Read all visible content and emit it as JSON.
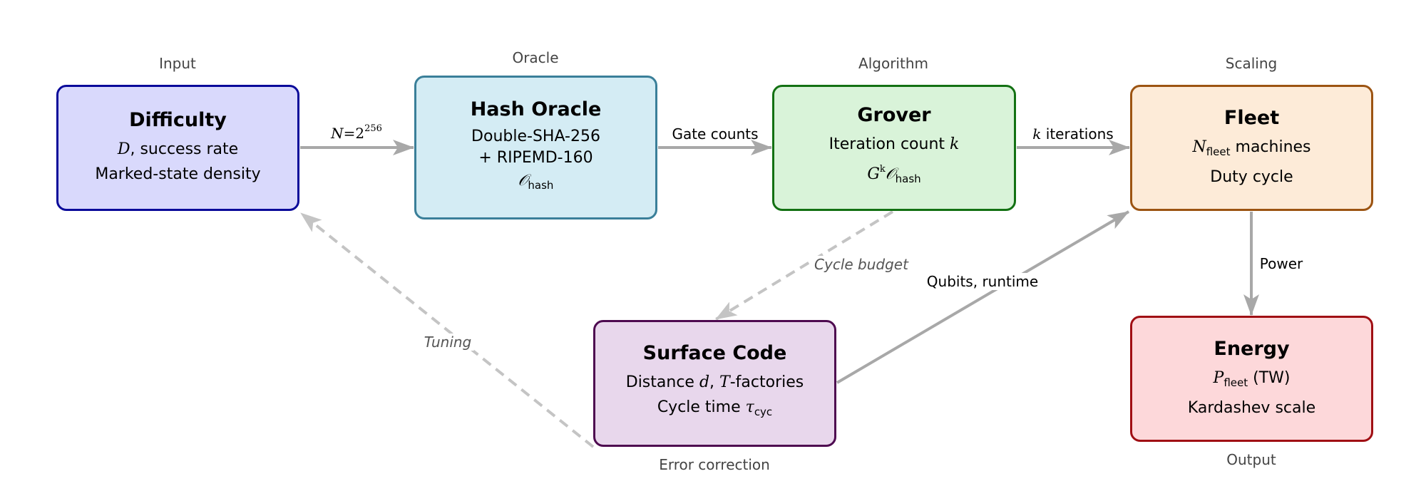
{
  "colors": {
    "edge": "#a8a8a8",
    "edge_dashed": "#c4c4c4"
  },
  "nodes": [
    {
      "id": "difficulty",
      "caption": "Input",
      "title": "Difficulty",
      "lines": [
        {
          "math": "D",
          "text": ", success rate"
        },
        {
          "text": "Marked-state density"
        }
      ],
      "fill": "#d9d9fc",
      "stroke": "#0a0a9a"
    },
    {
      "id": "hash-oracle",
      "caption": "Oracle",
      "title": "Hash Oracle",
      "lines": [
        {
          "text": "Double-SHA-256"
        },
        {
          "text": "+ RIPEMD-160"
        },
        {
          "math": "𝒪",
          "sub": "hash"
        }
      ],
      "fill": "#d4ecf4",
      "stroke": "#3a7f99"
    },
    {
      "id": "grover",
      "caption": "Algorithm",
      "title": "Grover",
      "lines": [
        {
          "text": "Iteration count ",
          "math_after": "k"
        },
        {
          "math": "G",
          "sup": "k",
          "math2": "𝒪",
          "sub": "hash"
        }
      ],
      "fill": "#d9f3d9",
      "stroke": "#137113"
    },
    {
      "id": "fleet",
      "caption": "Scaling",
      "title": "Fleet",
      "lines": [
        {
          "math": "N",
          "sub": "fleet",
          "text": " machines"
        },
        {
          "text": "Duty cycle"
        }
      ],
      "fill": "#fdebd8",
      "stroke": "#9c5412"
    },
    {
      "id": "surface-code",
      "caption": "Error correction",
      "title": "Surface Code",
      "lines": [
        {
          "text": "Distance ",
          "math_after": "d",
          "text2": ", ",
          "math3": "T",
          "text3": "-factories"
        },
        {
          "text": "Cycle time ",
          "math_after": "τ",
          "sub": "cyc"
        }
      ],
      "fill": "#e8d7ec",
      "stroke": "#4e0a50"
    },
    {
      "id": "energy",
      "caption": "Output",
      "title": "Energy",
      "lines": [
        {
          "math": "P",
          "sub": "fleet",
          "text": " (TW)"
        },
        {
          "text": "Kardashev scale"
        }
      ],
      "fill": "#fdd8da",
      "stroke": "#a00f14"
    }
  ],
  "edges": [
    {
      "id": "difficulty-to-oracle",
      "from": "difficulty",
      "to": "hash-oracle",
      "label_math": "N",
      "label_text": "=2",
      "label_sup": "256",
      "style": "solid"
    },
    {
      "id": "oracle-to-grover",
      "from": "hash-oracle",
      "to": "grover",
      "label_text": "Gate counts",
      "style": "solid"
    },
    {
      "id": "grover-to-fleet",
      "from": "grover",
      "to": "fleet",
      "label_math": "k",
      "label_text": " iterations",
      "style": "solid"
    },
    {
      "id": "fleet-to-energy",
      "from": "fleet",
      "to": "energy",
      "label_text": "Power",
      "style": "solid"
    },
    {
      "id": "grover-to-surface",
      "from": "grover",
      "to": "surface-code",
      "label_text": "Cycle budget",
      "style": "dashed"
    },
    {
      "id": "surface-to-fleet",
      "from": "surface-code",
      "to": "fleet",
      "label_text": "Qubits, runtime",
      "style": "solid"
    },
    {
      "id": "surface-to-difficulty",
      "from": "surface-code",
      "to": "difficulty",
      "label_text": "Tuning",
      "style": "dashed"
    }
  ]
}
